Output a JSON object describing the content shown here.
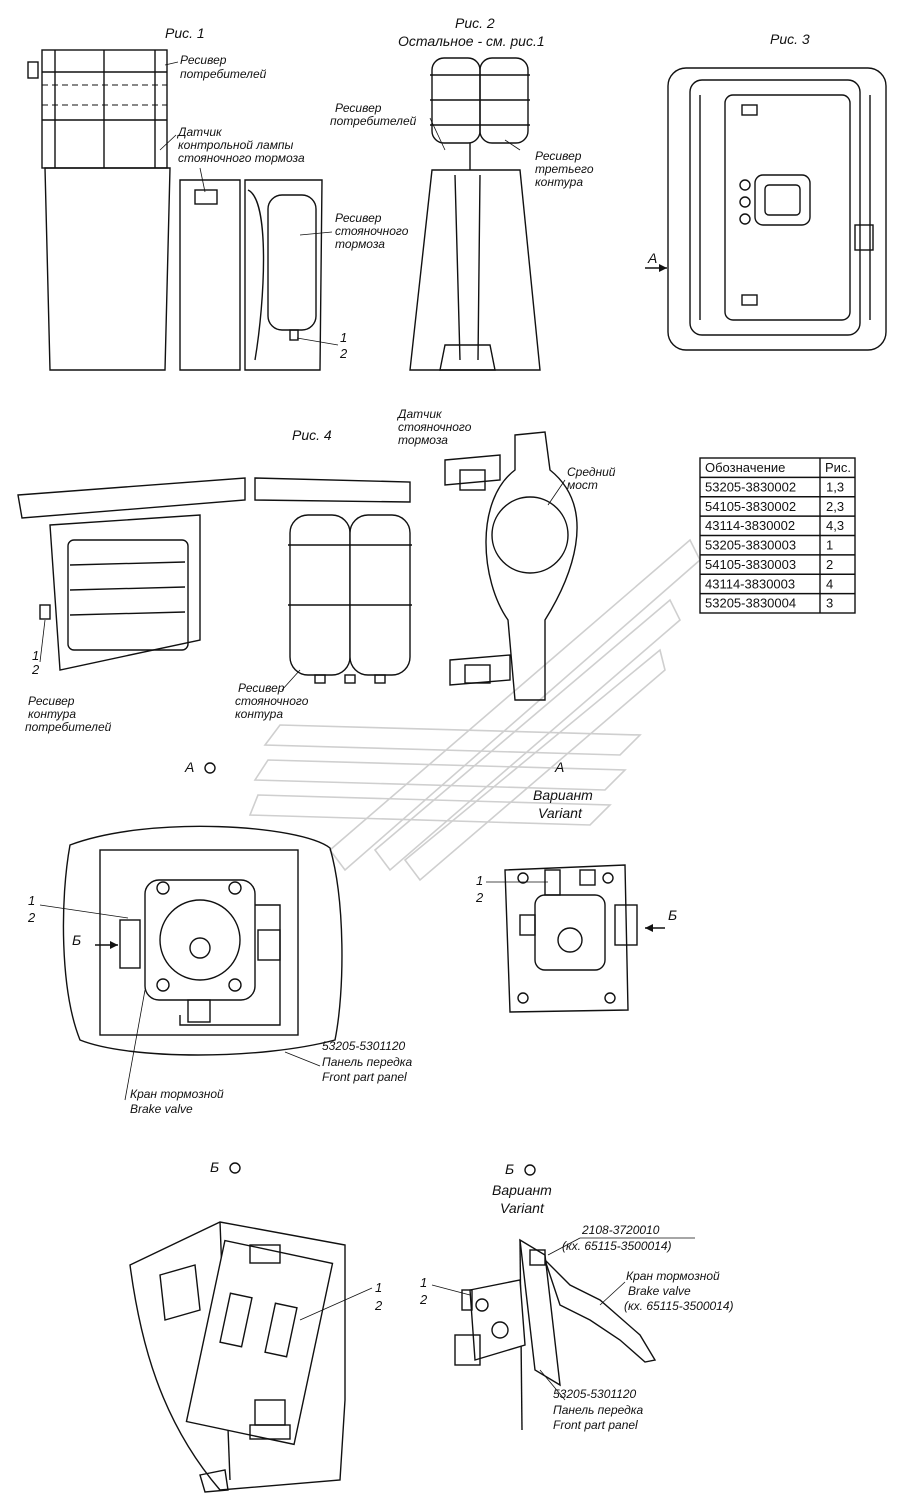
{
  "figures": {
    "fig1": {
      "title": "Рис. 1",
      "label_receiver_consumers": [
        "Ресивер",
        "потребителей"
      ],
      "label_sensor_lamp": [
        "Датчик",
        "контрольной лампы",
        "стояночного тормоза"
      ],
      "label_receiver_parking": [
        "Ресивер",
        "стояночного",
        "тормоза"
      ],
      "callout_1": "1",
      "callout_2": "2"
    },
    "fig2": {
      "title": "Рис. 2",
      "subtitle": "Остальное - см. рис.1",
      "label_receiver_consumers": [
        "Ресивер",
        "потребителей"
      ],
      "label_receiver_third": [
        "Ресивер",
        "третьего",
        "контура"
      ]
    },
    "fig3": {
      "title": "Рис. 3",
      "arrow_label": "А"
    },
    "fig4": {
      "title": "Рис. 4",
      "label_sensor_parking": [
        "Датчик",
        "стояночного",
        "тормоза"
      ],
      "label_middle_axle": [
        "Средний",
        "мост"
      ],
      "label_receiver_circuit_consumers": [
        "Ресивер",
        "контура",
        "потребителей"
      ],
      "label_receiver_parking_circuit": [
        "Ресивер",
        "стояночного",
        "контура"
      ],
      "callout_1": "1",
      "callout_2": "2"
    },
    "viewA": {
      "title": "А",
      "callout_1": "1",
      "callout_2": "2",
      "arrow_label": "Б",
      "panel_code": "53205-5301120",
      "panel_ru": "Панель передка",
      "panel_en": "Front part panel",
      "valve_ru": "Кран тормозной",
      "valve_en": "Brake valve"
    },
    "viewA_variant": {
      "title": "А",
      "variant_ru": "Вариант",
      "variant_en": "Variant",
      "callout_1": "1",
      "callout_2": "2",
      "arrow_label": "Б"
    },
    "viewB": {
      "title": "Б",
      "callout_1": "1",
      "callout_2": "2"
    },
    "viewB_variant": {
      "title": "Б",
      "variant_ru": "Вариант",
      "variant_en": "Variant",
      "part_code": "2108-3720010",
      "part_note": "(кх. 65115-3500014)",
      "valve_ru": "Кран тормозной",
      "valve_en": "Brake valve",
      "valve_note": "(кх. 65115-3500014)",
      "panel_code": "53205-5301120",
      "panel_ru": "Панель передка",
      "panel_en": "Front part panel",
      "callout_1": "1",
      "callout_2": "2"
    }
  },
  "table": {
    "headers": [
      "Обозначение",
      "Рис."
    ],
    "rows": [
      [
        "53205-3830002",
        "1,3"
      ],
      [
        "54105-3830002",
        "2,3"
      ],
      [
        "43114-3830002",
        "4,3"
      ],
      [
        "53205-3830003",
        "1"
      ],
      [
        "54105-3830003",
        "2"
      ],
      [
        "43114-3830003",
        "4"
      ],
      [
        "53205-3830004",
        "3"
      ]
    ]
  }
}
